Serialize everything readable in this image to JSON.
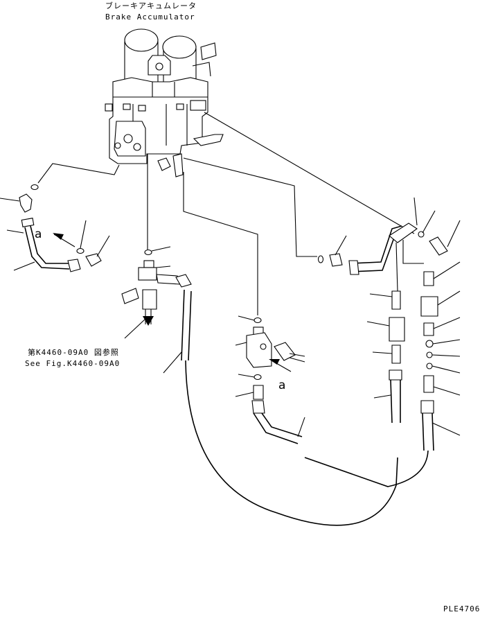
{
  "title": {
    "jp": "ブレーキアキュムレータ",
    "en": "Brake Accumulator"
  },
  "reference": {
    "jp": "第K4460-09A0 図参照",
    "en": "See Fig.K4460-09A0"
  },
  "view_labels": [
    "a",
    "a"
  ],
  "drawing_code": "PLE4706"
}
